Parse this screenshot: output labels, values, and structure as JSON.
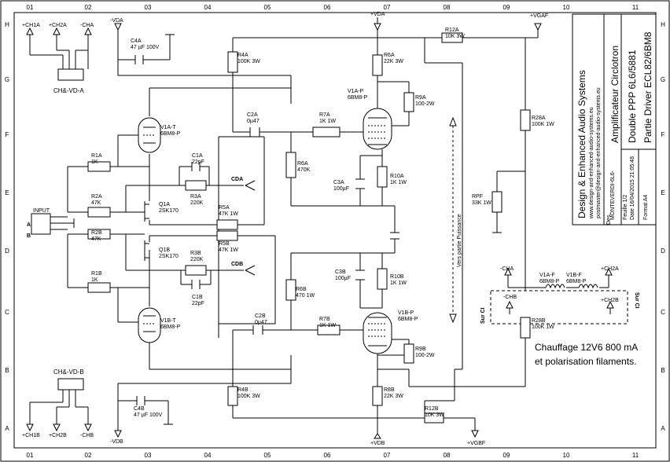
{
  "grid": {
    "cols": [
      "01",
      "02",
      "03",
      "04",
      "05",
      "06",
      "07",
      "08",
      "09",
      "10",
      "11"
    ],
    "rows": [
      "H",
      "G",
      "F",
      "E",
      "D",
      "C",
      "B",
      "A"
    ]
  },
  "rails": {
    "vda_top": "+VDA",
    "vgaf": "+VGAF",
    "vdb": "+VDB",
    "vgbf": "+VGBF",
    "neg_vda": "-VDA",
    "neg_vdb": "-VDB"
  },
  "connectors": {
    "top_name": "CH&-VD-A",
    "bottom_name": "CH&-VD-B",
    "top_pins": [
      "+CH1A",
      "+CH2A",
      "-CHA"
    ],
    "bottom_pins": [
      "+CH1B",
      "+CH2B",
      "-CHB"
    ]
  },
  "input": {
    "label": "INPUT",
    "a": "A",
    "b": "B"
  },
  "components": {
    "c4a": [
      "C4A",
      "47 µF 100V"
    ],
    "c4b": [
      "C4B",
      "47 µF 100V"
    ],
    "r4a": [
      "R4A",
      "100K 3W"
    ],
    "r4b": [
      "R4B",
      "100K 3W"
    ],
    "r6a": [
      "R6A",
      "22K 3W"
    ],
    "r6b": [
      "R6B",
      "470 1W"
    ],
    "r8b": [
      "R8B",
      "22K 3W"
    ],
    "r12a": [
      "R12A",
      "10K 3W"
    ],
    "r12b": [
      "R12B",
      "10K 3W"
    ],
    "r9a": [
      "R9A",
      "100-2W"
    ],
    "r9b": [
      "R9B",
      "100-2W"
    ],
    "r7a": [
      "R7A",
      "1K 1W"
    ],
    "r7b": [
      "R7B",
      "1K 1W"
    ],
    "r6a_mid": [
      "R6A",
      "470K"
    ],
    "r10a": [
      "R10A",
      "1K 1W"
    ],
    "r10b": [
      "R10B",
      "1K 1W"
    ],
    "c2a": [
      "C2A",
      "0µ47"
    ],
    "c2b": [
      "C2B",
      "0µ47"
    ],
    "c3a": [
      "C3A",
      "100µF"
    ],
    "c3b": [
      "C3B",
      "100µF"
    ],
    "r28a": [
      "R28A",
      "100K 1W"
    ],
    "r28b": [
      "R28B",
      "100K 1W"
    ],
    "rpf": [
      "RPF",
      "33K 1W"
    ],
    "r1a": [
      "R1A",
      "1K"
    ],
    "r1b": [
      "R1B",
      "1K"
    ],
    "r2a": [
      "R2A",
      "47K"
    ],
    "r2b": [
      "R2B",
      "47K"
    ],
    "c1a": [
      "C1A",
      "22pF"
    ],
    "c1b": [
      "C1B",
      "22pF"
    ],
    "r3a": [
      "R3A",
      "220K"
    ],
    "r3b": [
      "R3B",
      "220K"
    ],
    "r5a": [
      "R5A",
      "47K 1W"
    ],
    "r5b": [
      "R5B",
      "47K 1W"
    ],
    "q1a": [
      "Q1A",
      "2SK170"
    ],
    "q1b": [
      "Q1B",
      "2SK170"
    ],
    "v1at": [
      "V1A-T",
      "6BM8-P"
    ],
    "v1bt": [
      "V1B-T",
      "6BM8-P"
    ],
    "v1ap": [
      "V1A-P",
      "6BM8-P"
    ],
    "v1bp": [
      "V1B-P",
      "6BM8-P"
    ],
    "cda": "CDA",
    "cdb": "CDB",
    "v1af": [
      "V1A-F",
      "6BM8-P"
    ],
    "v1bf": [
      "V1B-F",
      "6BM8-P"
    ],
    "cha_neg": "-CHA",
    "chb_neg": "-CHB",
    "ch2a": "+CH2A",
    "ch2b": "+CH2B",
    "sur_ci": "Sur CI"
  },
  "vertical_note": "Vers partie Puissance",
  "heater_note": [
    "Chauffage 12V6  800 mA",
    "et polarisation filaments."
  ],
  "title_block": {
    "company": "Design & Enhanced Audio Systems",
    "web": "www.design-and-enhanced-audio-systems.eu",
    "mail": "postmaster@design-and-enhanced-audio-systems.eu",
    "title1": "Amplificateur Circlotron",
    "title2": "Double PPP 6L6/5881",
    "title3": "Partie Driver ECL82/6BM8",
    "file": "MONTEVERDI-6L6-",
    "sheet": "Feuille     1/2",
    "date": "Date  16/04/2015 21:05:48",
    "format": "Format  A4",
    "des": "Des."
  }
}
